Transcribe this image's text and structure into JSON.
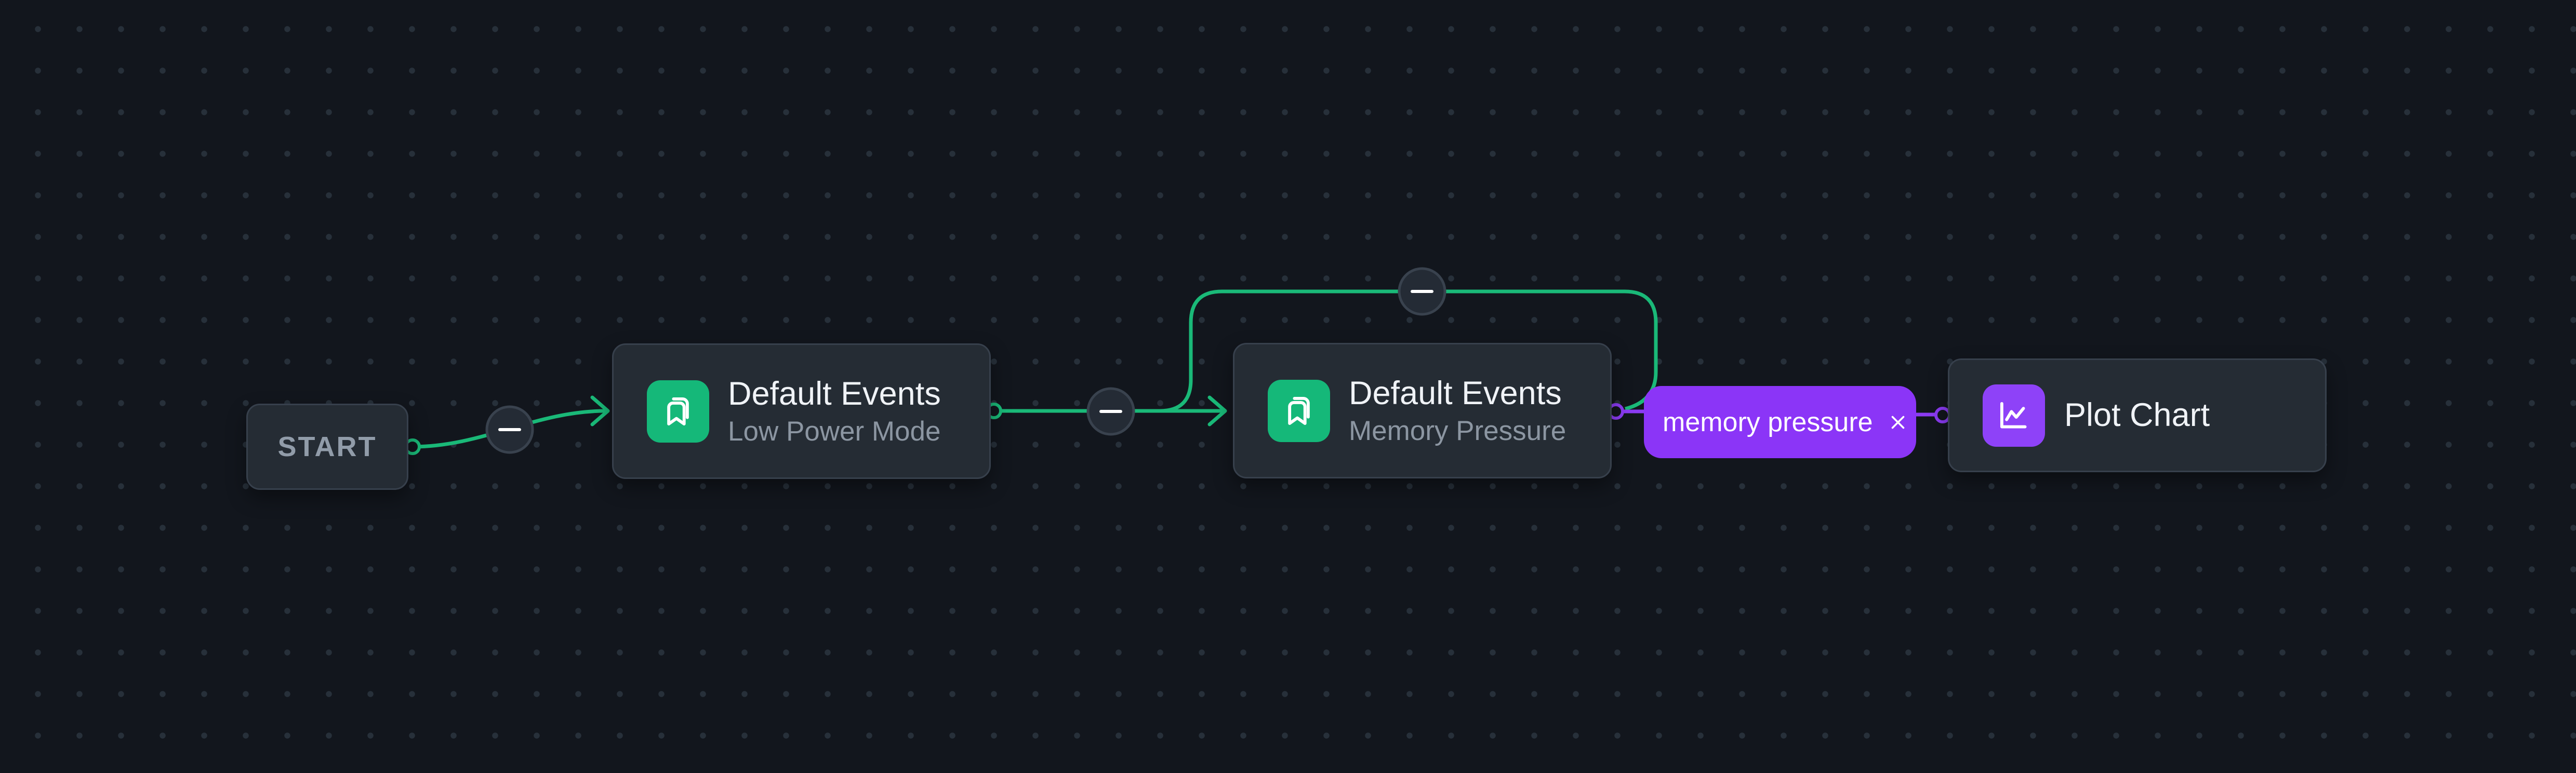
{
  "canvas": {
    "type": "workflow-editor",
    "background": "#12161d",
    "grid_dot_color": "#27303a",
    "accent_green": "#1ab978",
    "accent_purple": "#8b3bf7",
    "node_fill": "#252c34",
    "node_border": "#37404c"
  },
  "nodes": {
    "start": {
      "label": "START"
    },
    "low_power": {
      "title": "Default Events",
      "subtitle": "Low Power Mode",
      "icon": "bookmarks-icon",
      "icon_bg": "#15b879"
    },
    "memory": {
      "title": "Default Events",
      "subtitle": "Memory Pressure",
      "icon": "bookmarks-icon",
      "icon_bg": "#15b879"
    },
    "plot": {
      "title": "Plot Chart",
      "icon": "line-chart-icon",
      "icon_bg": "#8e42f8"
    }
  },
  "edge_label": {
    "text": "memory pressure",
    "close_glyph": "✕",
    "bg": "#8b35f7"
  },
  "edge_buttons": {
    "glyph": "−",
    "name": "remove-edge-button",
    "count": 3
  }
}
